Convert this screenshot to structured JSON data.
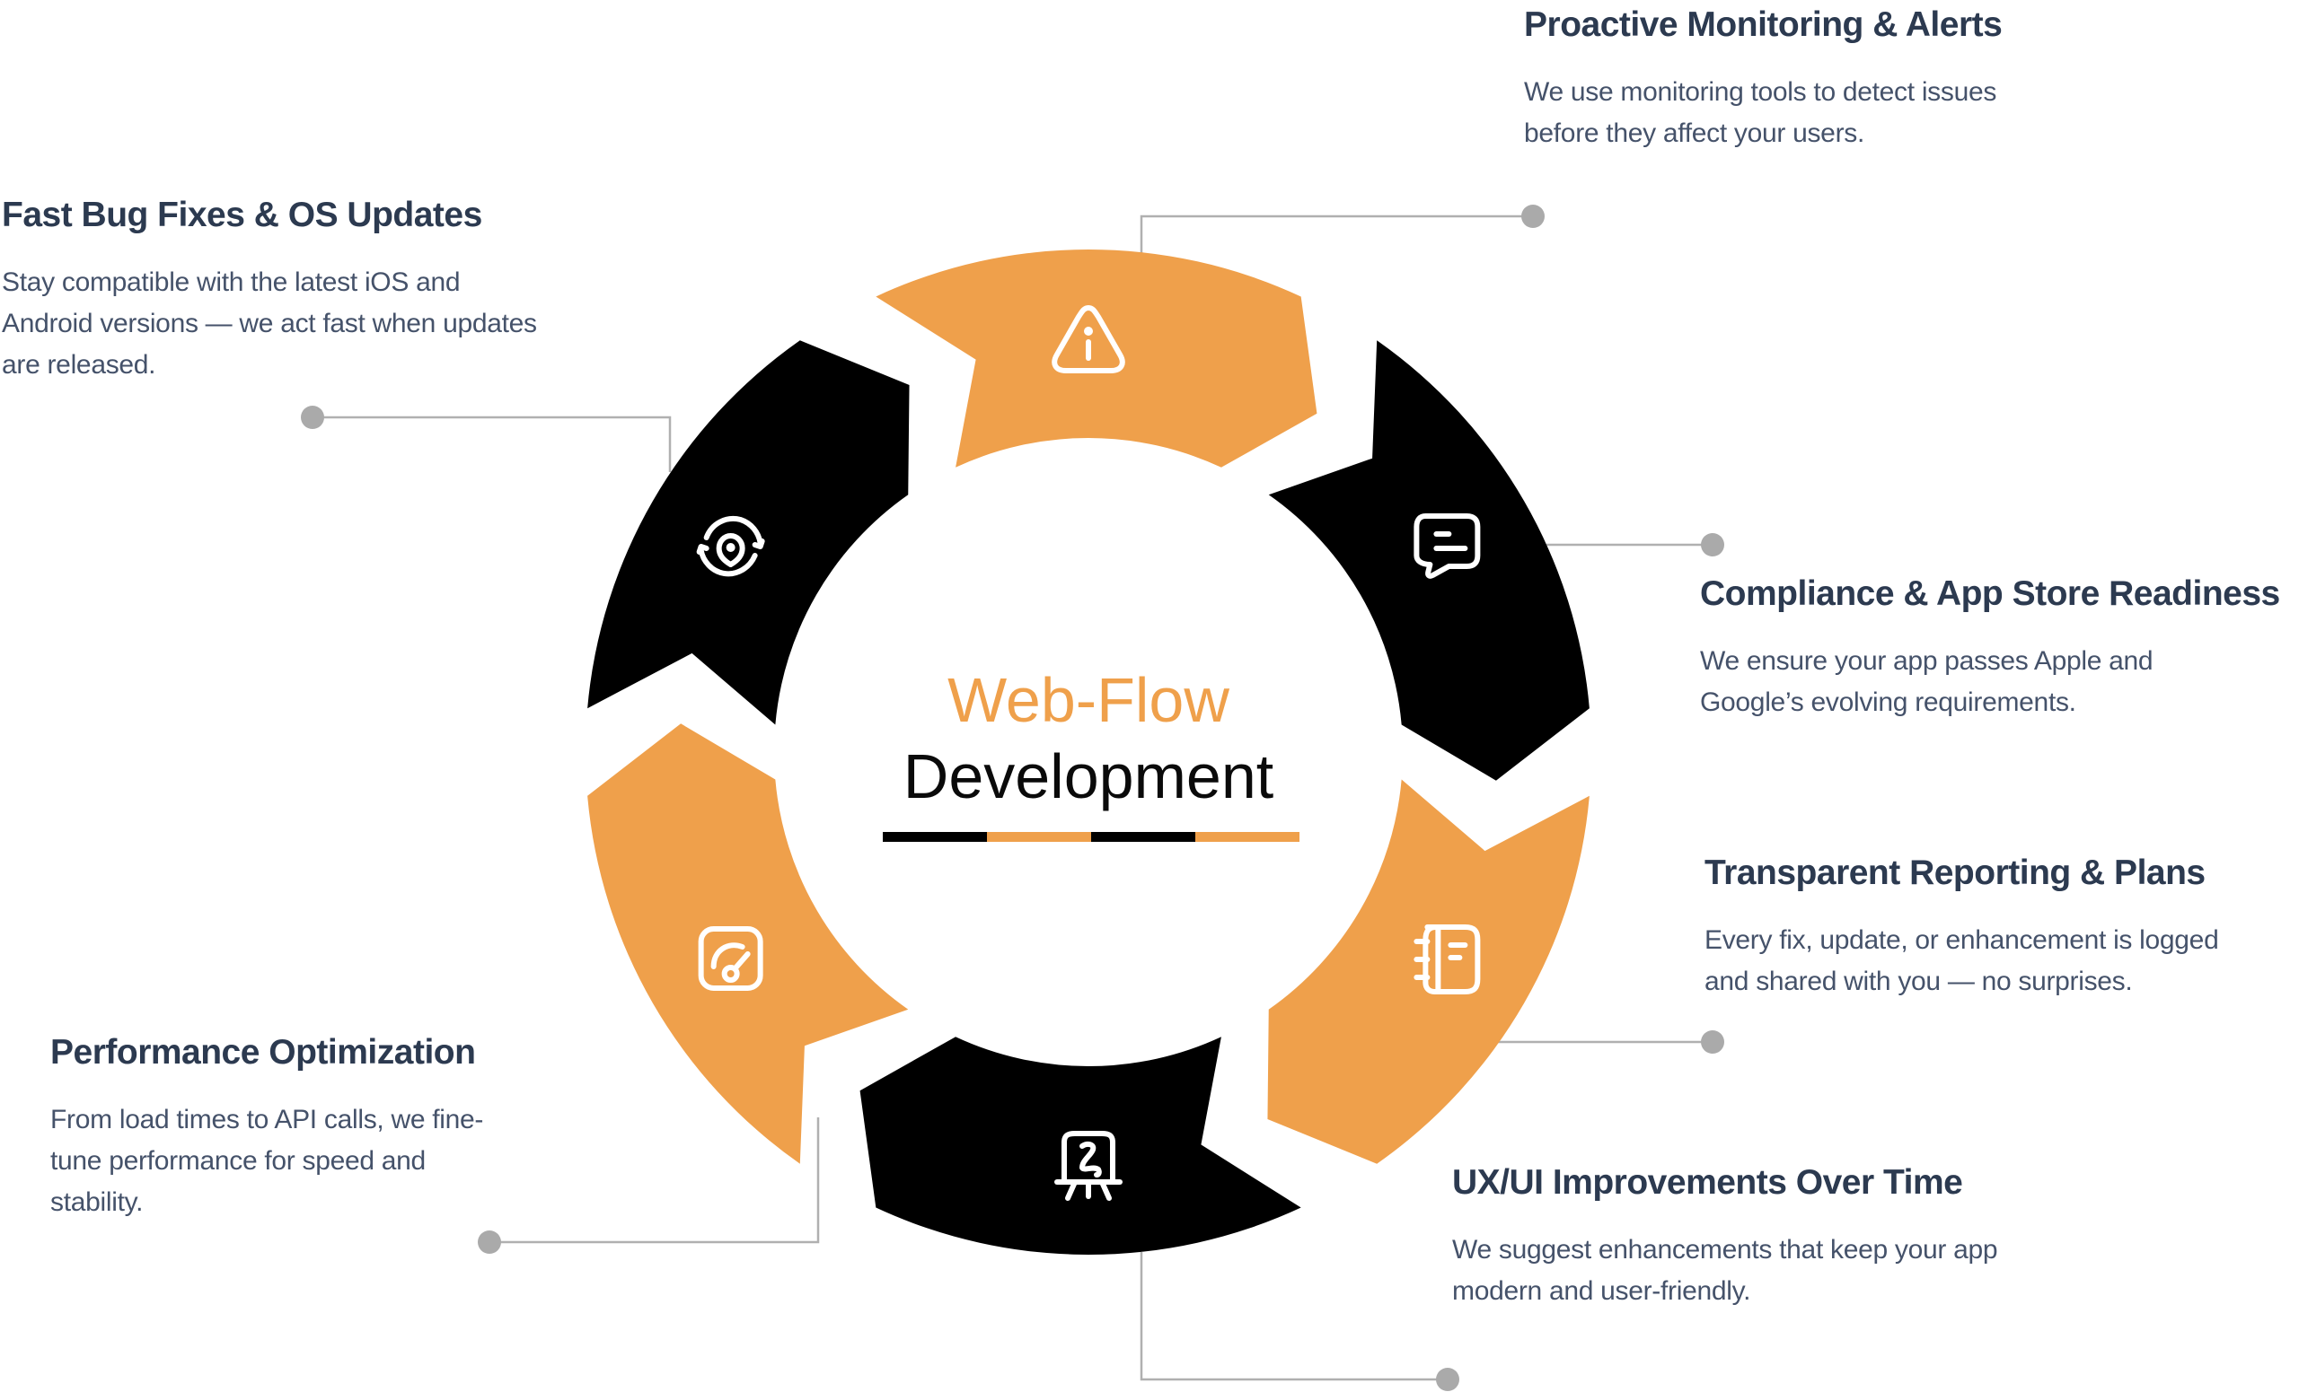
{
  "center": {
    "title_line1": "Web-Flow",
    "title_line2": "Development"
  },
  "colors": {
    "accent": "#EFA04B",
    "dark": "#000000",
    "connector": "#B0B0B0",
    "heading": "#2C3A50",
    "body": "#45526A"
  },
  "steps": [
    {
      "id": "proactive-monitoring",
      "title": "Proactive Monitoring & Alerts",
      "description_lines": [
        "We use monitoring tools to detect issues",
        "before they affect your users."
      ],
      "icon": "alert-triangle-info-icon",
      "segment_color": "orange"
    },
    {
      "id": "compliance",
      "title": "Compliance & App Store Readiness",
      "description_lines": [
        "We ensure your app passes Apple and",
        "Google’s evolving requirements."
      ],
      "icon": "chat-message-icon",
      "segment_color": "black"
    },
    {
      "id": "transparent-reporting",
      "title": "Transparent Reporting & Plans",
      "description_lines": [
        "Every fix, update, or enhancement is logged",
        "and shared with you — no surprises."
      ],
      "icon": "notebook-icon",
      "segment_color": "orange"
    },
    {
      "id": "ux-ui-improvements",
      "title": "UX/UI Improvements Over Time",
      "description_lines": [
        "We suggest enhancements that keep your app",
        "modern and user-friendly."
      ],
      "icon": "presentation-board-icon",
      "segment_color": "black"
    },
    {
      "id": "performance-optimization",
      "title": "Performance Optimization",
      "description_lines": [
        "From load times to API calls, we fine-",
        "tune performance for speed and",
        "stability."
      ],
      "icon": "speedometer-icon",
      "segment_color": "orange"
    },
    {
      "id": "fast-bug-fixes",
      "title": "Fast Bug Fixes & OS Updates",
      "description_lines": [
        "Stay compatible with the latest iOS and",
        "Android versions — we act fast when updates",
        "are released."
      ],
      "icon": "location-refresh-icon",
      "segment_color": "black"
    }
  ]
}
